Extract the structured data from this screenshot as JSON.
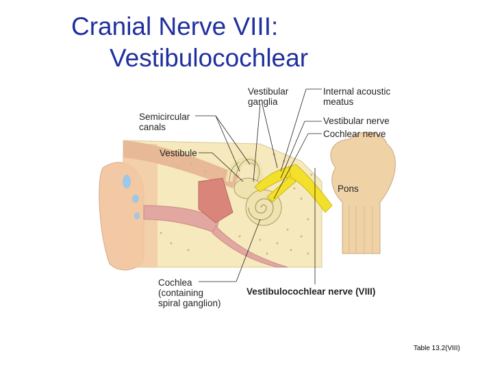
{
  "title": {
    "line1": "Cranial Nerve VIII:",
    "line2": "Vestibulocochlear"
  },
  "labels": {
    "vestibular_ganglia": [
      "Vestibular",
      "ganglia"
    ],
    "internal_acoustic_meatus": [
      "Internal acoustic",
      "meatus"
    ],
    "semicircular_canals": [
      "Semicircular",
      "canals"
    ],
    "vestibular_nerve": "Vestibular nerve",
    "cochlear_nerve": "Cochlear nerve",
    "vestibule": "Vestibule",
    "pons": "Pons",
    "cochlea": [
      "Cochlea",
      "(containing",
      "spiral ganglion)"
    ],
    "vestibulocochlear_nerve": "Vestibulocochlear nerve (VIII)"
  },
  "footnote": "Table 13.2(VIII)",
  "colors": {
    "title": "#1f2f9e",
    "skin": "#f2c9a4",
    "bone": "#f6e9bd",
    "nerve": "#f3e02a",
    "pons": "#f0d2a7",
    "fluid": "#9fc7e6",
    "canal": "#e2a7a0"
  }
}
